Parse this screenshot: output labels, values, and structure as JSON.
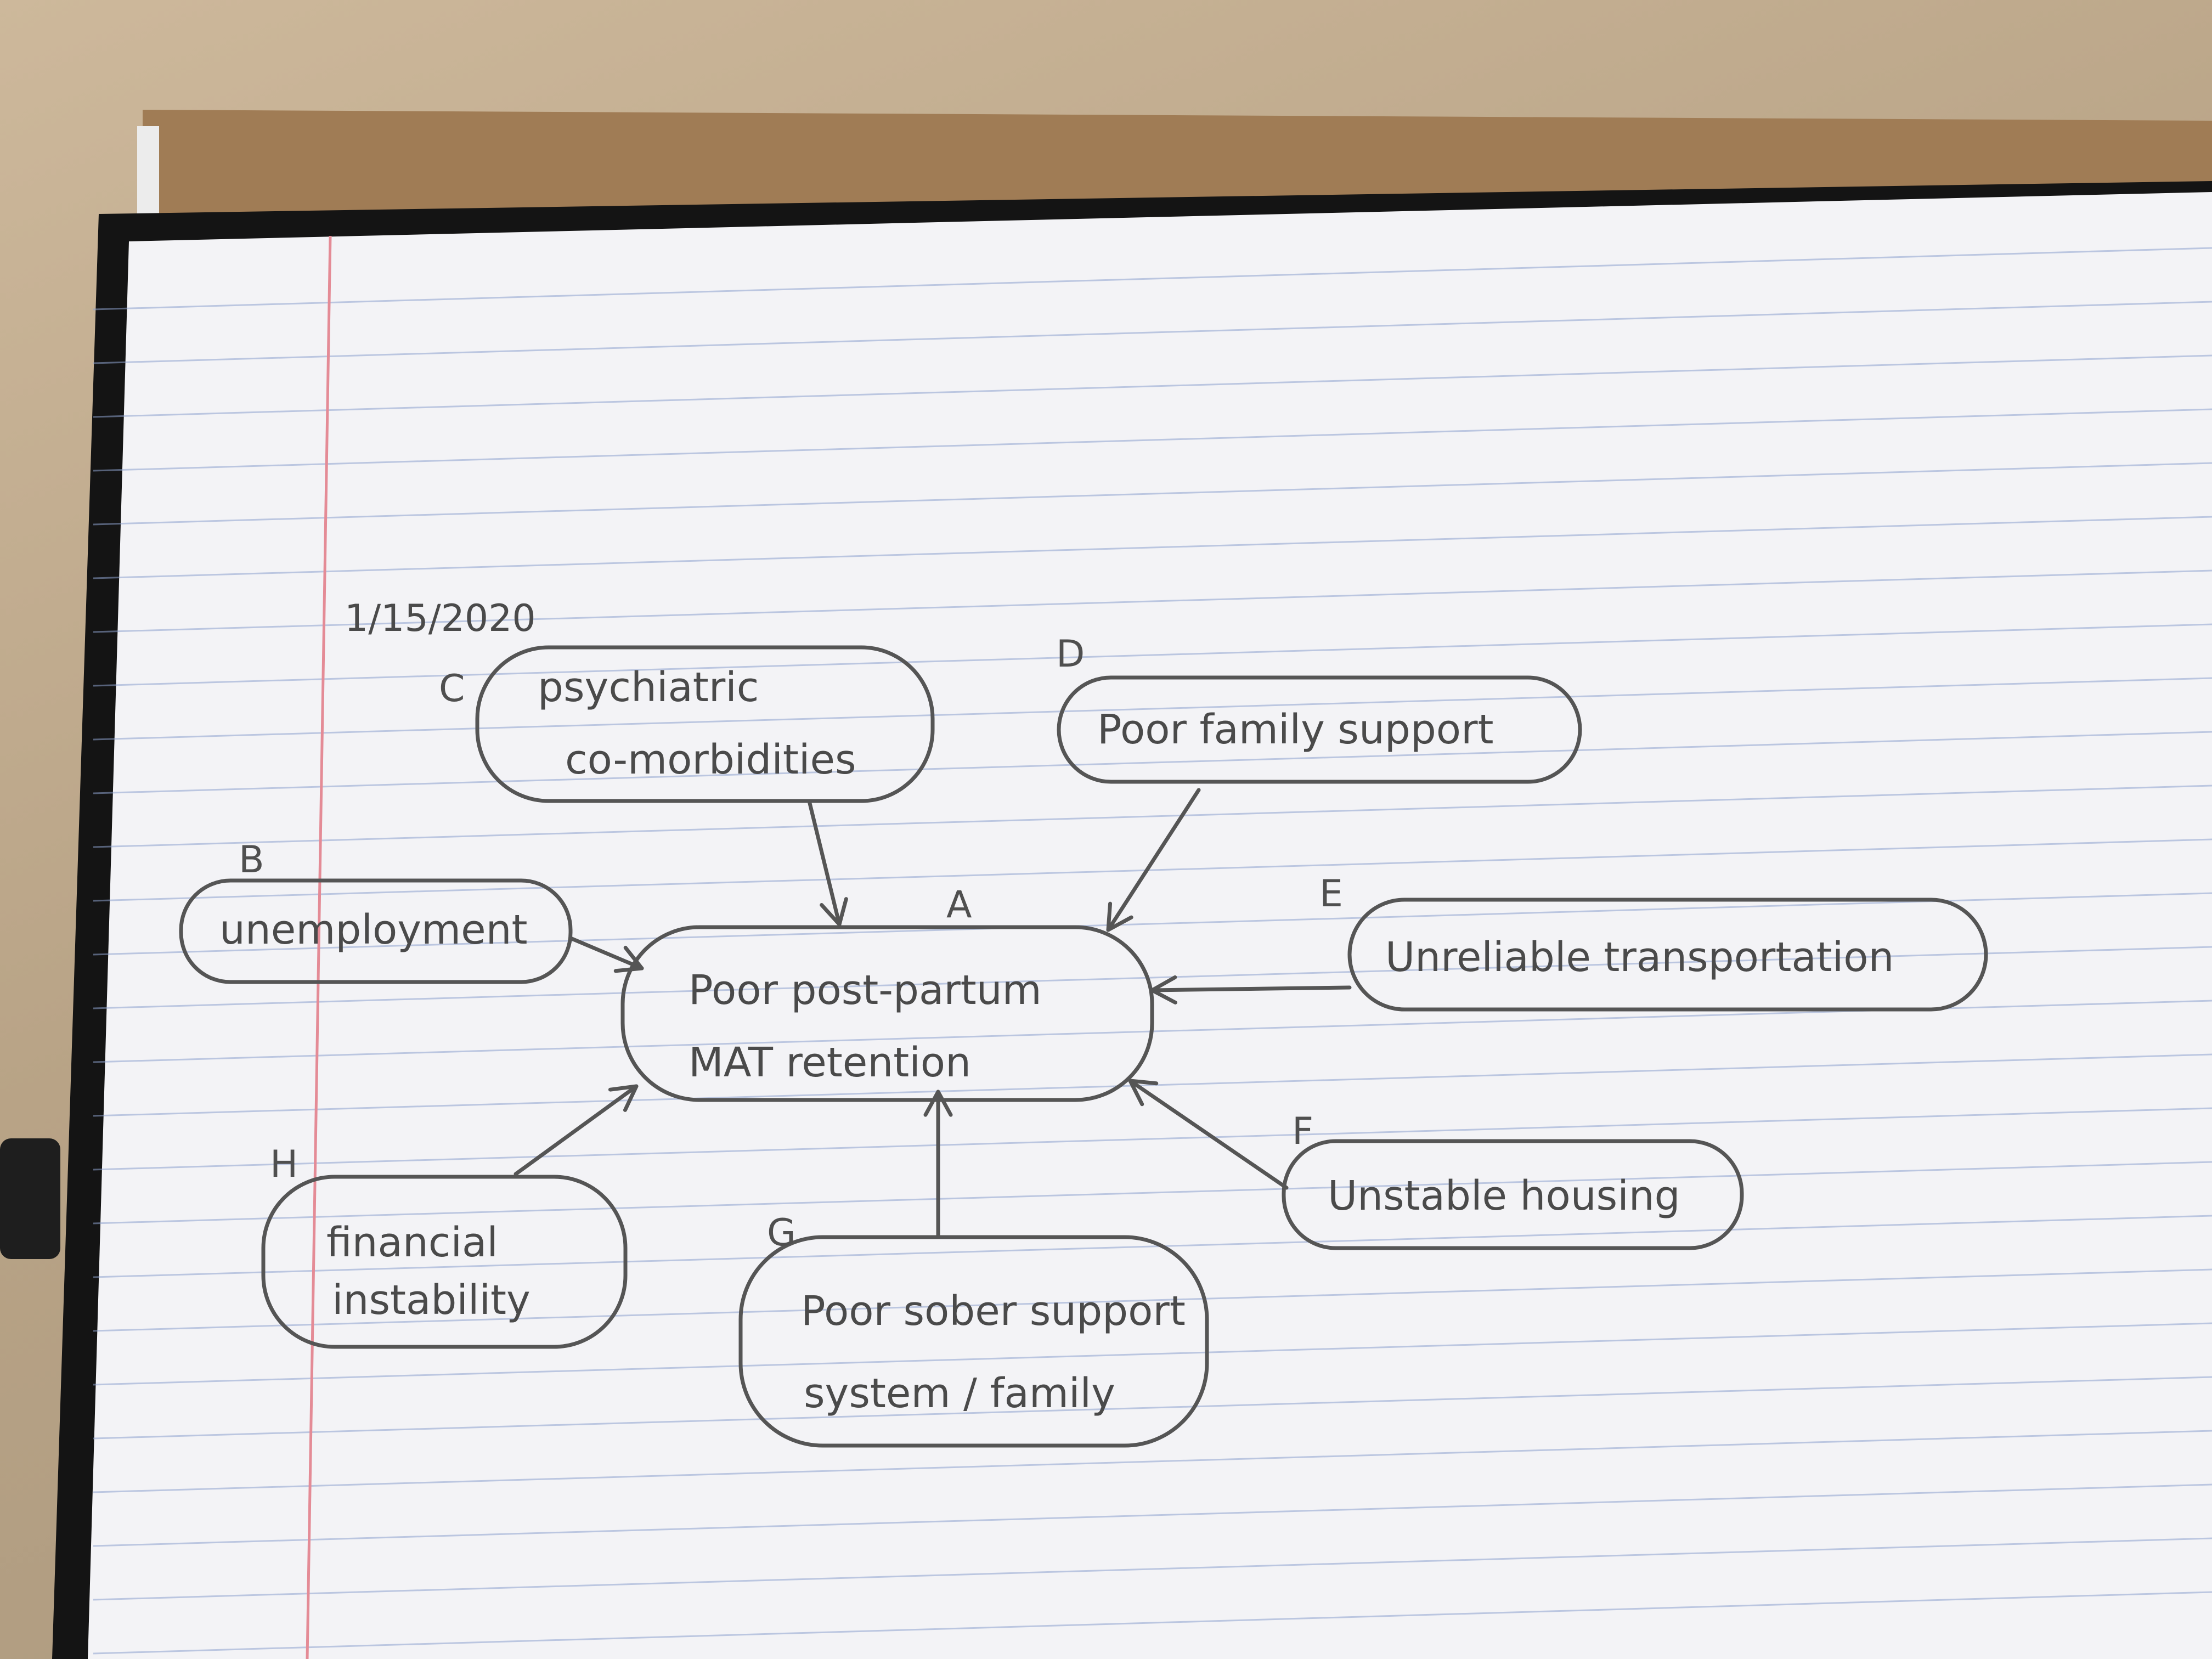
{
  "date": "1/15/2020",
  "nodes": [
    {
      "id": "A",
      "letter": "A",
      "lines": [
        "Poor post-partum",
        "MAT retention"
      ]
    },
    {
      "id": "B",
      "letter": "B",
      "lines": [
        "unemployment"
      ]
    },
    {
      "id": "C",
      "letter": "C",
      "lines": [
        "psychiatric",
        "co-morbidities"
      ]
    },
    {
      "id": "D",
      "letter": "D",
      "lines": [
        "Poor family support"
      ]
    },
    {
      "id": "E",
      "letter": "E",
      "lines": [
        "Unreliable transportation"
      ]
    },
    {
      "id": "F",
      "letter": "F",
      "lines": [
        "Unstable housing"
      ]
    },
    {
      "id": "G",
      "letter": "G",
      "lines": [
        "Poor sober support",
        "system / family"
      ]
    },
    {
      "id": "H",
      "letter": "H",
      "lines": [
        "financial",
        "instability"
      ]
    }
  ],
  "edges": [
    {
      "from": "B",
      "to": "A"
    },
    {
      "from": "C",
      "to": "A"
    },
    {
      "from": "D",
      "to": "A"
    },
    {
      "from": "E",
      "to": "A"
    },
    {
      "from": "F",
      "to": "A"
    },
    {
      "from": "G",
      "to": "A"
    },
    {
      "from": "H",
      "to": "A"
    }
  ],
  "colors": {
    "paper": "#f3f3f6",
    "rule_line": "#8fa3cf",
    "margin_line": "#e48b96",
    "pencil": "#555555",
    "desk": "#b9a58a",
    "folder": "#a07c55",
    "binder": "#141414"
  }
}
